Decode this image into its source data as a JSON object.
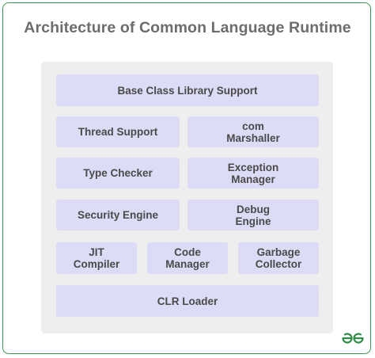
{
  "title": "Architecture of Common Language Runtime",
  "components": {
    "base_class_library": "Base Class Library Support",
    "thread_support": "Thread Support",
    "com_marshaller": "com\nMarshaller",
    "type_checker": "Type Checker",
    "exception_manager": "Exception\nManager",
    "security_engine": "Security Engine",
    "debug_engine": "Debug\nEngine",
    "jit_compiler": "JIT\nCompiler",
    "code_manager": "Code\nManager",
    "garbage_collector": "Garbage\nCollector",
    "clr_loader": "CLR Loader"
  },
  "colors": {
    "frame_border": "#3a9a4c",
    "panel_bg": "#eeeeee",
    "box_bg": "#dcdcf6",
    "title_text": "#6d6d6d",
    "box_text": "#4a4a4a",
    "logo": "#2f8d46"
  },
  "logo_icon": "geeksforgeeks-logo"
}
